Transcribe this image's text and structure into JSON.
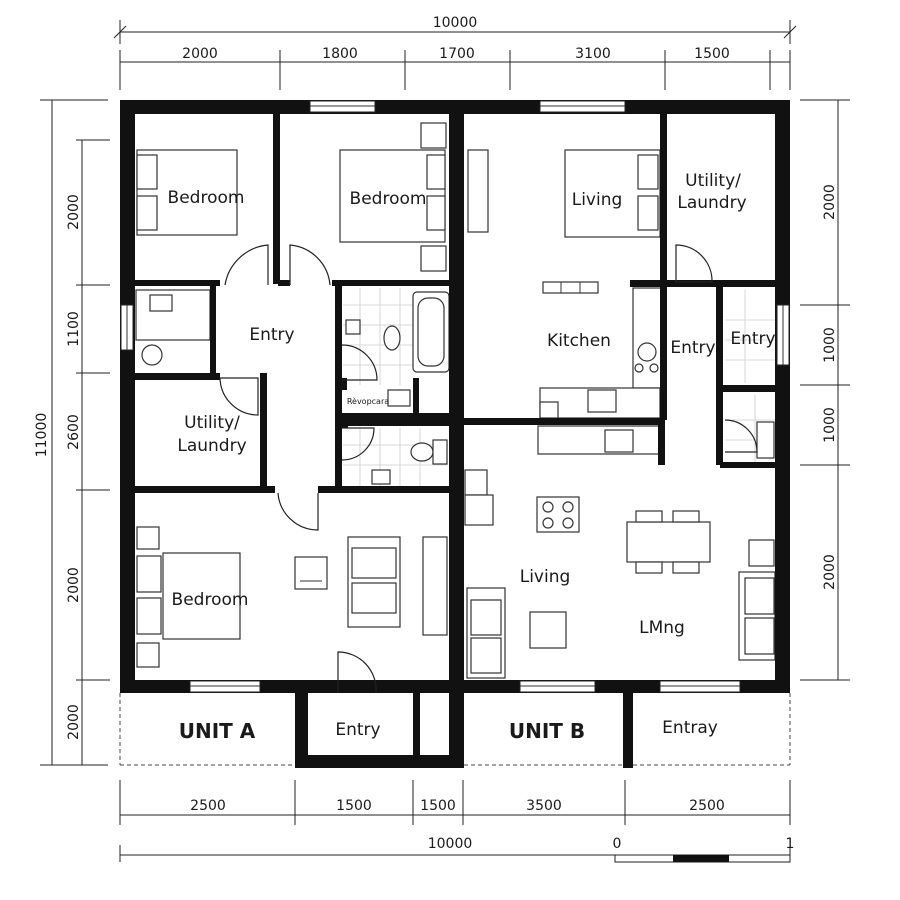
{
  "dimensions": {
    "top_total": "10000",
    "top_segments": [
      "2000",
      "1800",
      "1700",
      "3100",
      "1500"
    ],
    "left_total": "11000",
    "left_segments": [
      "2000",
      "1100",
      "2600",
      "2000",
      "2000"
    ],
    "right_segments": [
      "2000",
      "1000",
      "1000",
      "2000"
    ],
    "bottom_segments": [
      "2500",
      "1500",
      "1500",
      "3500",
      "2500"
    ],
    "bottom_total": "10000"
  },
  "scale_bar": {
    "start": "0",
    "end": "1"
  },
  "unit_a": {
    "label": "UNIT A",
    "bedroom_1": "Bedroom",
    "bedroom_2": "Bedroom",
    "entry": "Entry",
    "utility": "Utility/",
    "laundry": "Laundry",
    "small_label": "Rèvopcara",
    "bedroom_3": "Bedroom",
    "porch_entry": "Entry"
  },
  "unit_b": {
    "label": "UNIT B",
    "living_top": "Living",
    "utility": "Utility/",
    "laundry": "Laundry",
    "kitchen": "Kitchen",
    "entry": "Entry",
    "entry_side": "Entry",
    "living": "Living",
    "living_dining": "LMng",
    "porch_entry": "Entray"
  }
}
